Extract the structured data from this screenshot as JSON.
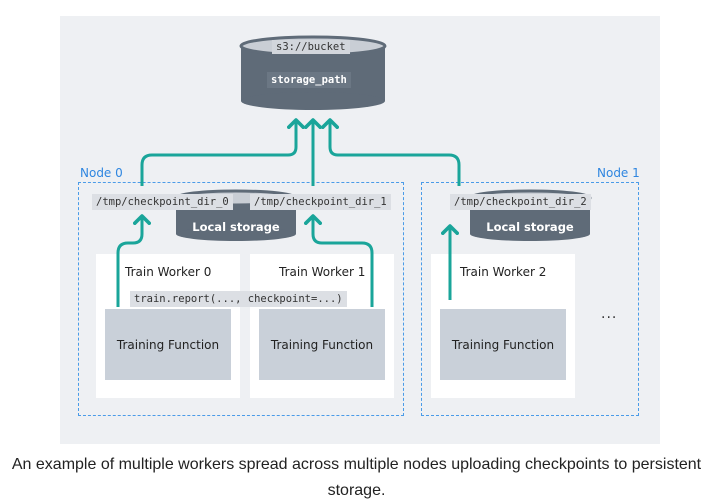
{
  "diagram": {
    "bucket": {
      "label": "s3://bucket",
      "inner_label": "storage_path"
    },
    "nodes": [
      {
        "label": "Node 0"
      },
      {
        "label": "Node 1"
      }
    ],
    "local_storage_label": "Local storage",
    "checkpoint_dirs": [
      "/tmp/checkpoint_dir_0",
      "/tmp/checkpoint_dir_1",
      "/tmp/checkpoint_dir_2"
    ],
    "workers": [
      {
        "title": "Train Worker 0",
        "function": "Training Function"
      },
      {
        "title": "Train Worker 1",
        "function": "Training Function"
      },
      {
        "title": "Train Worker 2",
        "function": "Training Function"
      }
    ],
    "report_call": "train.report(..., checkpoint=...)",
    "ellipsis": "...",
    "colors": {
      "arrow": "#1aa59a",
      "cylinder": "#5f6b78",
      "node_border": "#4a9be8",
      "function_box": "#c9d0d9"
    }
  },
  "caption": "An example of multiple workers spread across multiple nodes uploading checkpoints to persistent storage."
}
